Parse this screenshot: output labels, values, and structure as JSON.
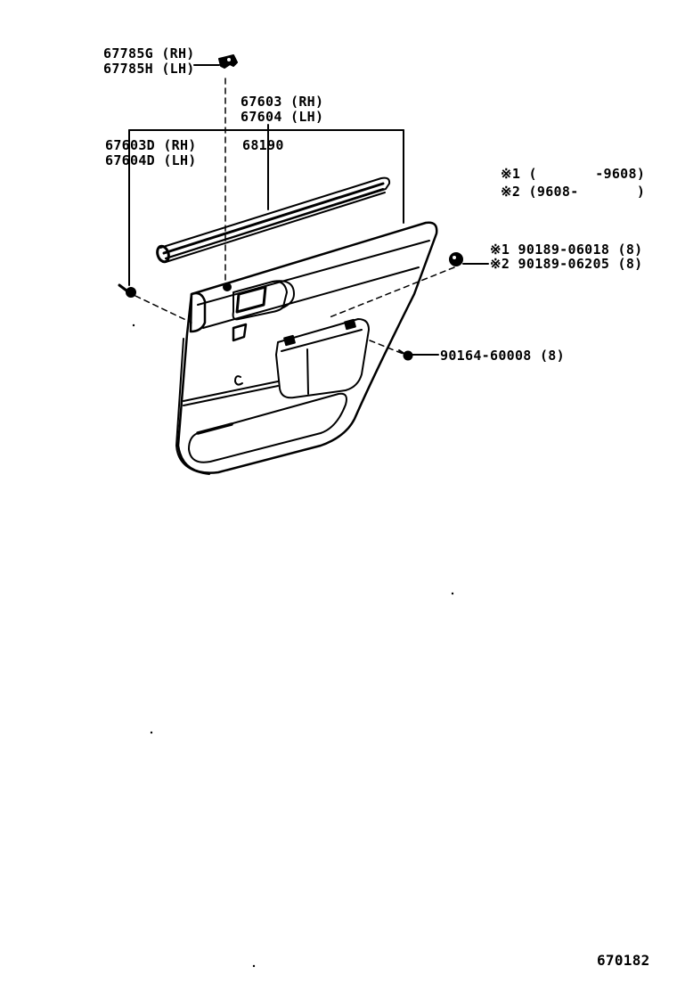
{
  "diagram": {
    "id": "670182",
    "subject": "rear door trim panel assembly",
    "notes": [
      {
        "mark": "※1",
        "range": "(       -9608)"
      },
      {
        "mark": "※2",
        "range": "(9608-       )"
      }
    ],
    "callouts": [
      {
        "key": "garnish_clip",
        "lines": [
          "67785G (RH)",
          "67785H (LH)"
        ]
      },
      {
        "key": "trim_board",
        "lines": [
          "67603 (RH)",
          "67604 (LH)"
        ]
      },
      {
        "key": "trim_board_sub",
        "lines": [
          "67603D (RH)",
          "67604D (LH)"
        ]
      },
      {
        "key": "weatherstrip",
        "lines": [
          "68190"
        ]
      },
      {
        "key": "clip_right",
        "lines": [
          "※1 90189-06018 (8)",
          "※2 90189-06205 (8)"
        ]
      },
      {
        "key": "screw",
        "lines": [
          "90164-60008 (8)"
        ]
      }
    ],
    "colors": {
      "line": "#000000",
      "background": "#ffffff"
    }
  }
}
